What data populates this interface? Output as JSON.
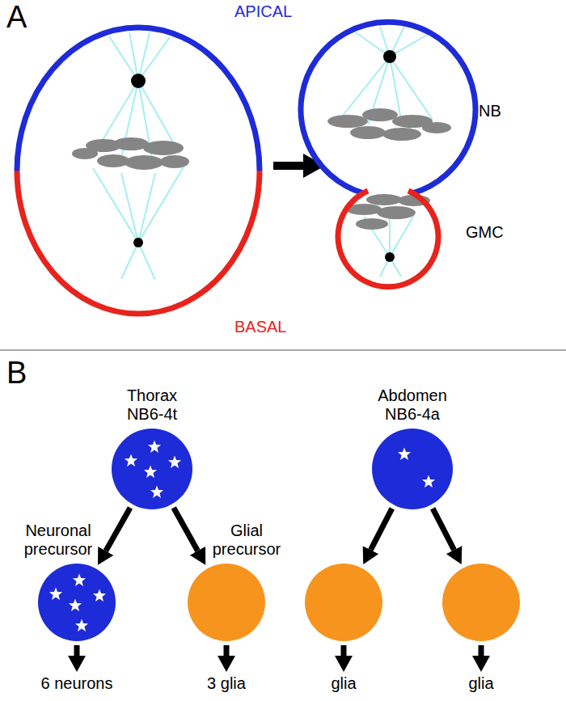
{
  "diagram": {
    "nodes": [
      {
        "text": [
          "Thorax NB6-4t"
        ]
      },
      {
        "text": [
          "Neuronal precursor"
        ]
      },
      {
        "text": [
          "Glial precursor"
        ]
      },
      {
        "text": [
          "6 neurons"
        ]
      },
      {
        "text": [
          "3 glia"
        ]
      },
      {
        "text": [
          "Abdomen NB6-4a"
        ]
      },
      {},
      {},
      {
        "text": [
          "glia"
        ]
      },
      {
        "text": [
          "glia"
        ]
      }
    ],
    "edges": [
      {
        "from": 0,
        "to": 1,
        "arrow": "to"
      },
      {
        "from": 0,
        "to": 2,
        "arrow": "to"
      },
      {
        "from": 1,
        "to": 3,
        "arrow": "to"
      },
      {
        "from": 2,
        "to": 4,
        "arrow": "to"
      },
      {
        "from": 5,
        "to": 6,
        "arrow": "to"
      },
      {
        "from": 5,
        "to": 7,
        "arrow": "to"
      },
      {
        "from": 6,
        "to": 8,
        "arrow": "to"
      },
      {
        "from": 7,
        "to": 9,
        "arrow": "to"
      }
    ],
    "labels": [
      "A",
      "APICAL",
      "NB",
      "GMC",
      "BASAL",
      "B"
    ]
  }
}
